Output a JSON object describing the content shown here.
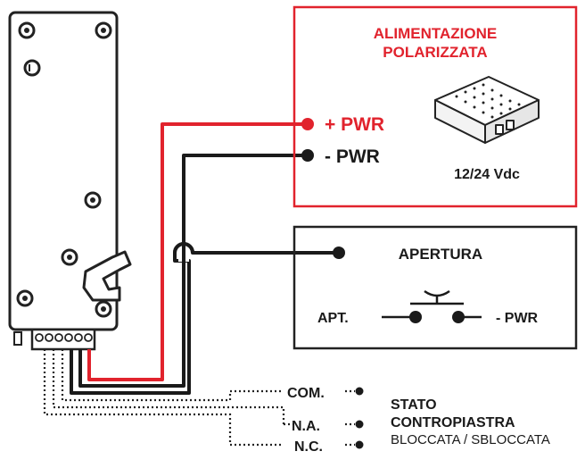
{
  "colors": {
    "power_red": "#e1232d",
    "wire_black": "#1a1a1a",
    "panel_border": "#2a2a2a",
    "background": "#ffffff"
  },
  "icons": {
    "power_supply": "power-supply-unit-icon",
    "push_button": "push-button-switch-icon",
    "lock_device": "electric-strike-lock-icon"
  },
  "power_box": {
    "title_line1": "ALIMENTAZIONE",
    "title_line2": "POLARIZZATA",
    "voltage": "12/24 Vdc"
  },
  "power_labels": {
    "plus": "+ PWR",
    "minus": "- PWR"
  },
  "opening_box": {
    "title": "APERTURA",
    "left_label": "APT.",
    "right_label": "- PWR"
  },
  "outputs": {
    "com": "COM.",
    "na": "N.A.",
    "nc": "N.C."
  },
  "status": {
    "line1": "STATO",
    "line2": "CONTROPIASTRA",
    "line3": "BLOCCATA / SBLOCCATA"
  }
}
